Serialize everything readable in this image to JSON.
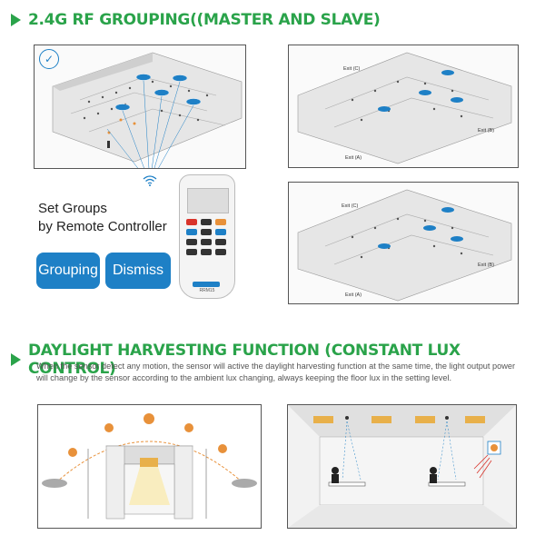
{
  "section1": {
    "title": "2.4G RF GROUPING((MASTER AND SLAVE)",
    "set_groups_line1": "Set Groups",
    "set_groups_line2": "by Remote Controller",
    "grouping_button": "Grouping",
    "dismiss_button": "Dismiss",
    "remote_model": "RRM15",
    "top_right_panel": {
      "exit_c": "Exit (C)",
      "exit_b": "Exit (B)",
      "exit_a": "Exit (A)"
    },
    "bottom_right_panel": {
      "exit_c": "Exit (C)",
      "exit_b": "Exit (B)",
      "exit_a": "Exit (A)"
    }
  },
  "section2": {
    "title": "DAYLIGHT HARVESTING FUNCTION (CONSTANT LUX CONTROL)",
    "description": "When the sensor detect any motion, the sensor will active the daylight harvesting function at the same time, the light output power will change by the sensor according to the ambient lux changing, always keeping the floor lux in the setting level."
  },
  "colors": {
    "accent_green": "#2aa34a",
    "button_blue": "#1e80c6",
    "sun_orange": "#e8913a"
  }
}
